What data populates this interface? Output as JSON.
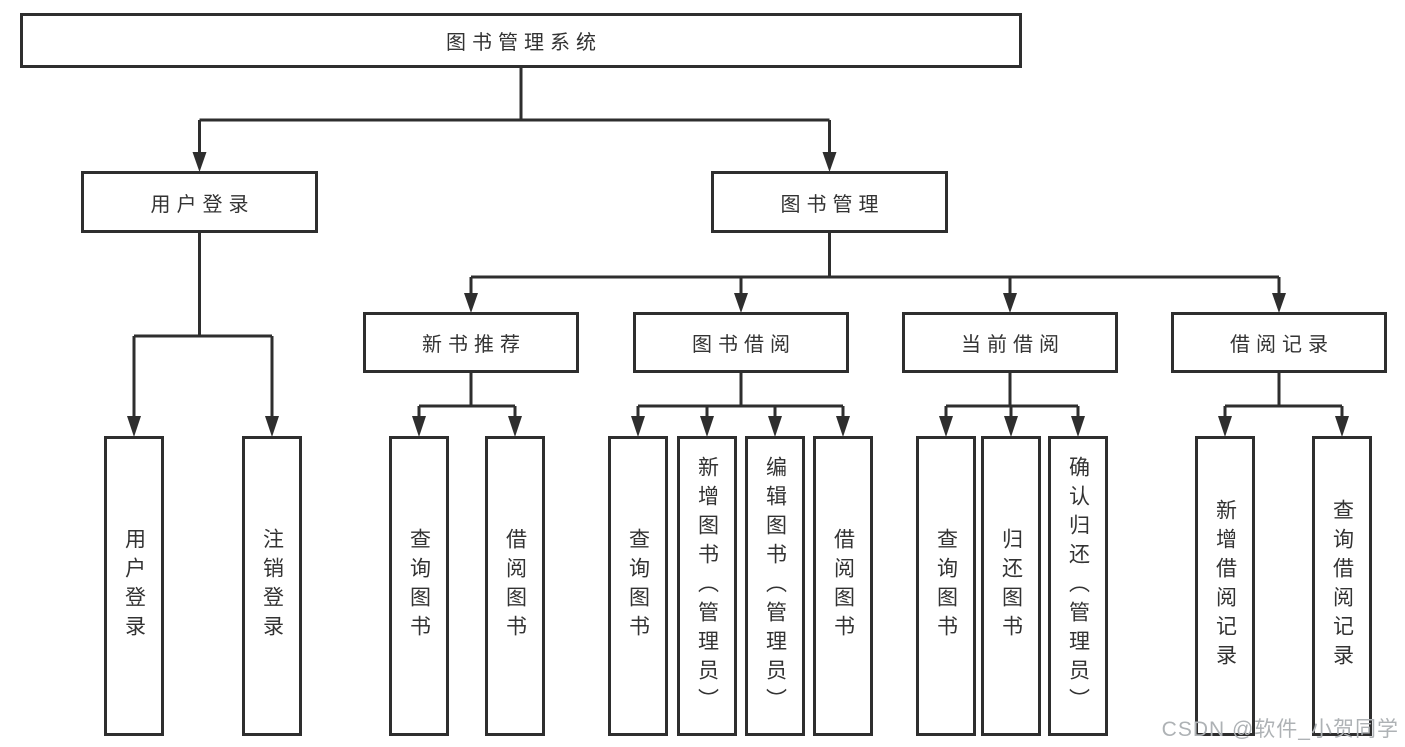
{
  "diagram": {
    "title": "图书管理系统",
    "branches": [
      {
        "label": "用户登录",
        "children": [
          {
            "label": "用户登录"
          },
          {
            "label": "注销登录"
          }
        ]
      },
      {
        "label": "图书管理",
        "children": [
          {
            "label": "新书推荐",
            "children": [
              {
                "label": "查询图书"
              },
              {
                "label": "借阅图书"
              }
            ]
          },
          {
            "label": "图书借阅",
            "children": [
              {
                "label": "查询图书"
              },
              {
                "label": "新增图书（管理员）"
              },
              {
                "label": "编辑图书（管理员）"
              },
              {
                "label": "借阅图书"
              }
            ]
          },
          {
            "label": "当前借阅",
            "children": [
              {
                "label": "查询图书"
              },
              {
                "label": "归还图书"
              },
              {
                "label": "确认归还（管理员）"
              }
            ]
          },
          {
            "label": "借阅记录",
            "children": [
              {
                "label": "新增借阅记录"
              },
              {
                "label": "查询借阅记录"
              }
            ]
          }
        ]
      }
    ]
  },
  "watermark": {
    "text": "CSDN @软件_小贺同学"
  },
  "colors": {
    "line": "#2e2e2e",
    "box_border": "#2e2e2e",
    "text": "#333333",
    "background": "#ffffff",
    "watermark": "#aeb2b5"
  }
}
